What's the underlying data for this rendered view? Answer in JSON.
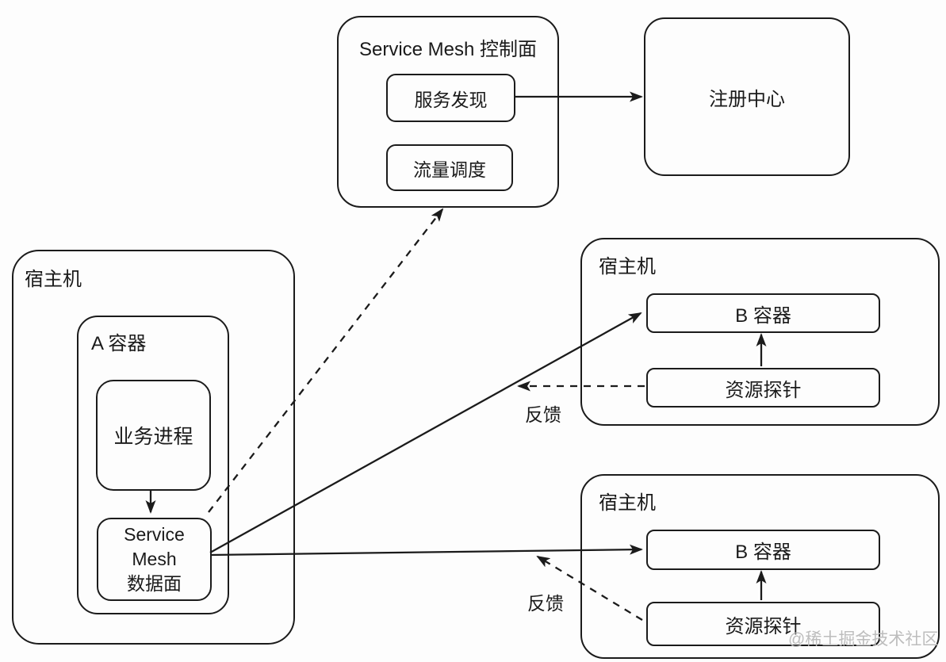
{
  "control_plane": {
    "title": "Service Mesh 控制面",
    "modules": {
      "service_discovery": "服务发现",
      "traffic_scheduling": "流量调度"
    }
  },
  "registry": {
    "label": "注册中心"
  },
  "host_a": {
    "label": "宿主机",
    "container": {
      "label": "A 容器",
      "business_process": "业务进程",
      "data_plane_lines": [
        "Service",
        "Mesh",
        "数据面"
      ]
    }
  },
  "host_b_top": {
    "label": "宿主机",
    "container_b": "B 容器",
    "resource_probe": "资源探针",
    "feedback": "反馈"
  },
  "host_b_bottom": {
    "label": "宿主机",
    "container_b": "B 容器",
    "resource_probe": "资源探针",
    "feedback": "反馈"
  },
  "watermark": "@稀土掘金技术社区",
  "colors": {
    "stroke": "#1b1b1b",
    "text": "#1a1a1a",
    "background": "#fdfdfd",
    "watermark": "#bdbdbd"
  }
}
